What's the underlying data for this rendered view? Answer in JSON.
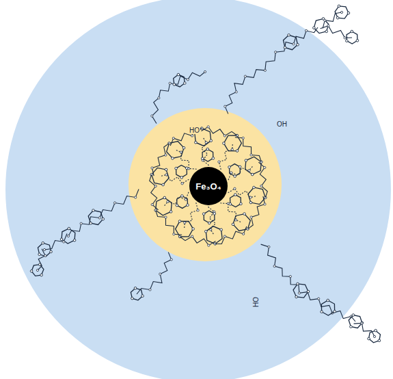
{
  "diagram": {
    "nodes": [
      {
        "text": [
          "Fe₃O₄"
        ]
      }
    ],
    "labels": [
      "HO",
      "OH",
      "HO"
    ]
  }
}
